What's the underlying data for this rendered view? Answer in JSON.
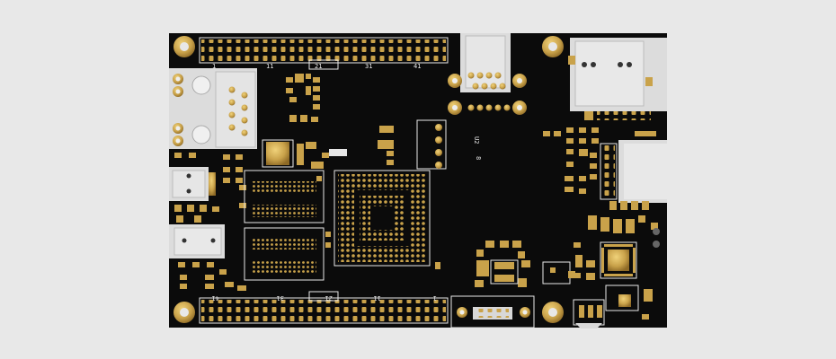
{
  "colors": {
    "background": "#e8e8e8",
    "board": "#0b0b0b",
    "gold": "#c9a24a",
    "gold_dark": "#a98233",
    "silver": "#d8d8d8",
    "silkscreen": "#e9e9e9"
  },
  "silkscreen_top": {
    "label_1": "1",
    "label_11": "11",
    "label_21": "21",
    "label_31": "31",
    "label_41": "41"
  },
  "silkscreen_bottom": {
    "label_41": "41",
    "label_31": "31",
    "label_21": "21",
    "label_11": "11",
    "label_1": "1"
  },
  "silkscreen_misc": {
    "mark_a": "U2",
    "mark_b": "8"
  }
}
